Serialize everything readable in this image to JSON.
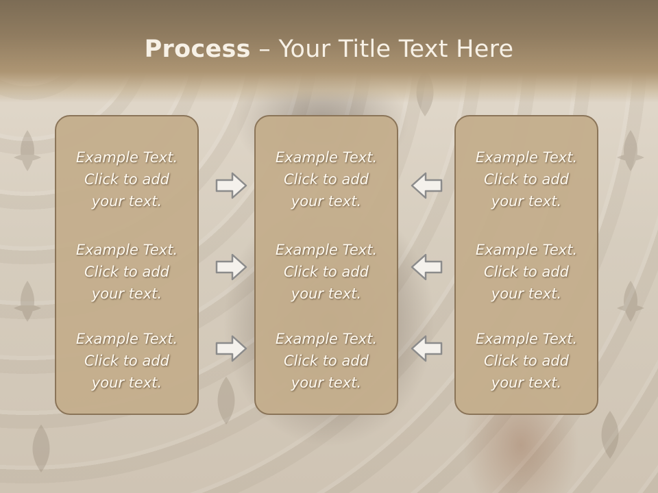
{
  "title": {
    "bold": "Process",
    "rest": " – Your Title Text Here"
  },
  "columns": [
    {
      "items": [
        {
          "line1": "Example Text.",
          "line2": "Click  to add",
          "line3": "your text."
        },
        {
          "line1": "Example Text.",
          "line2": "Click  to add",
          "line3": "your text."
        },
        {
          "line1": "Example Text.",
          "line2": "Click  to add",
          "line3": "your text."
        }
      ]
    },
    {
      "items": [
        {
          "line1": "Example Text.",
          "line2": "Click  to add",
          "line3": "your text."
        },
        {
          "line1": "Example Text.",
          "line2": "Click  to add",
          "line3": "your text."
        },
        {
          "line1": "Example Text.",
          "line2": "Click  to add",
          "line3": "your text."
        }
      ]
    },
    {
      "items": [
        {
          "line1": "Example Text.",
          "line2": "Click  to add",
          "line3": "your text."
        },
        {
          "line1": "Example Text.",
          "line2": "Click  to add",
          "line3": "your text."
        },
        {
          "line1": "Example Text.",
          "line2": "Click  to add",
          "line3": "your text."
        }
      ]
    }
  ],
  "arrows": {
    "left_group": "arrow-right-icon",
    "right_group": "arrow-left-icon"
  },
  "colors": {
    "header": "#8a7759",
    "box": "#c4ae8c",
    "box_border": "#8a7458",
    "text": "#fffaf0"
  }
}
